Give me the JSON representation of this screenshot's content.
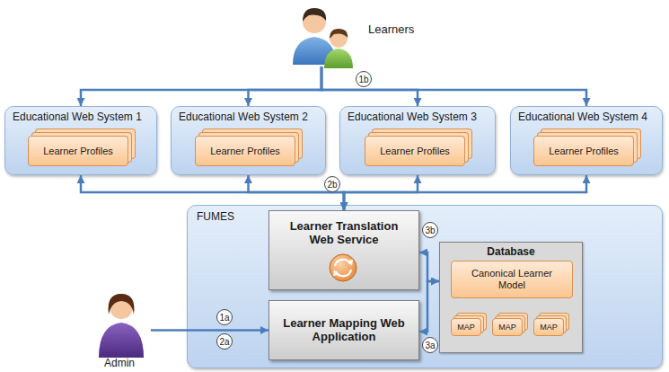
{
  "diagram": {
    "nodes": [
      {
        "text": [
          "Learners"
        ]
      },
      {
        "text": [
          "Educational Web System 1"
        ]
      },
      {
        "text": [
          "Learner Profiles"
        ],
        "in": 1
      },
      {
        "text": [
          "Educational Web System 2"
        ]
      },
      {
        "text": [
          "Learner Profiles"
        ],
        "in": 3
      },
      {
        "text": [
          "Educational Web System 3"
        ]
      },
      {
        "text": [
          "Learner Profiles"
        ],
        "in": 5
      },
      {
        "text": [
          "Educational Web System 4"
        ]
      },
      {
        "text": [
          "Learner Profiles"
        ],
        "in": 7
      },
      {
        "text": [
          "FUMES"
        ]
      },
      {
        "text": [
          "Learner Translation Web Service"
        ],
        "in": 9
      },
      {
        "text": [
          "Database"
        ],
        "in": 9
      },
      {
        "text": [
          "Canonical Learner Model"
        ],
        "in": 11
      },
      {
        "text": [
          "MAP"
        ],
        "in": 11
      },
      {
        "text": [
          "MAP"
        ],
        "in": 11
      },
      {
        "text": [
          "MAP"
        ],
        "in": 11
      },
      {
        "text": [
          "Learner Mapping Web Application"
        ],
        "in": 9
      },
      {
        "text": [
          "Admin"
        ]
      }
    ],
    "edges": [
      {
        "from": 0,
        "to": 1,
        "arrow": "to"
      },
      {
        "from": 0,
        "to": 3,
        "arrow": "to"
      },
      {
        "from": 0,
        "to": 5,
        "arrow": "to"
      },
      {
        "from": 0,
        "to": 7,
        "arrow": "to"
      },
      {
        "from": 10,
        "to": 1,
        "arrow": "both"
      },
      {
        "from": 10,
        "to": 3,
        "arrow": "both"
      },
      {
        "from": 10,
        "to": 5,
        "arrow": "both"
      },
      {
        "from": 10,
        "to": 7,
        "arrow": "both"
      },
      {
        "from": 17,
        "to": 16,
        "arrow": "to"
      },
      {
        "from": 10,
        "to": 11,
        "arrow": "both"
      },
      {
        "from": 16,
        "to": 11,
        "arrow": "both"
      }
    ],
    "labels": [
      "1b",
      "2b",
      "3b",
      "1a",
      "2a",
      "3a"
    ]
  }
}
